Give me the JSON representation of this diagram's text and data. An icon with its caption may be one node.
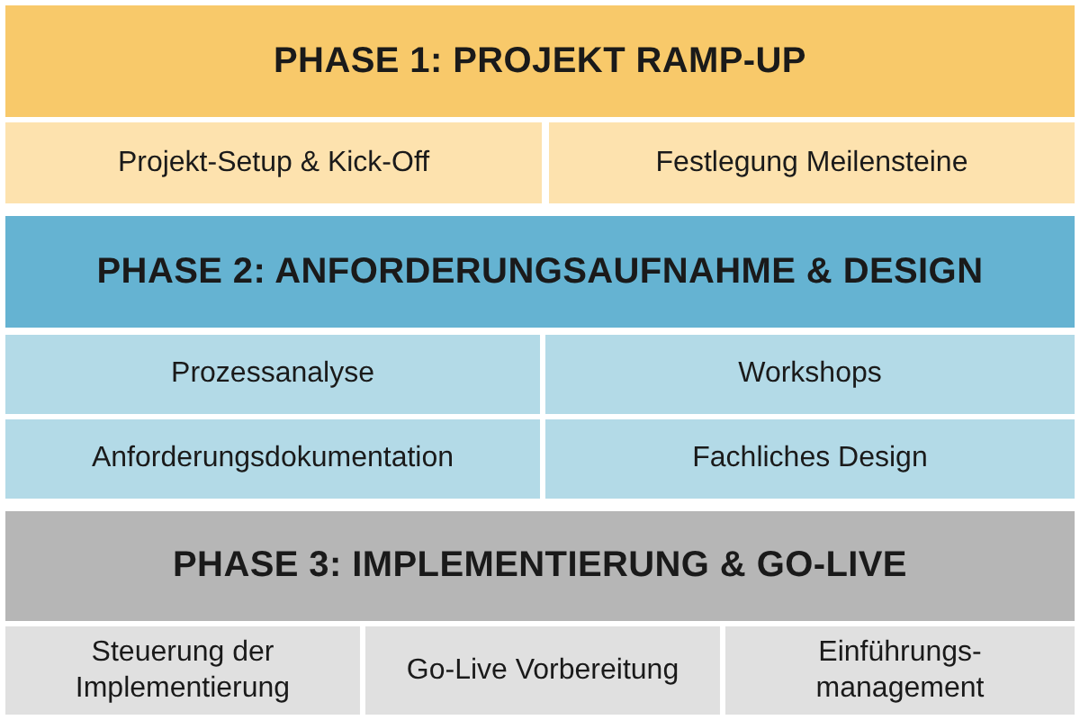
{
  "diagram": {
    "nodes": [
      {
        "text": [
          "PHASE 1: PROJEKT RAMP-UP"
        ]
      },
      {
        "text": [
          "Projekt-Setup & Kick-Off"
        ]
      },
      {
        "text": [
          "Festlegung Meilensteine"
        ]
      },
      {
        "text": [
          "PHASE 2: ANFORDERUNGSAUFNAHME & DESIGN"
        ]
      },
      {
        "text": [
          "Prozessanalyse"
        ]
      },
      {
        "text": [
          "Workshops"
        ]
      },
      {
        "text": [
          "Anforderungsdokumentation"
        ]
      },
      {
        "text": [
          "Fachliches Design"
        ]
      },
      {
        "text": [
          "PHASE 3: IMPLEMENTIERUNG & GO-LIVE"
        ]
      },
      {
        "text": [
          "Steuerung der Implementierung"
        ]
      },
      {
        "text": [
          "Go-Live Vorbereitung"
        ]
      },
      {
        "text": [
          "Einführungs- management"
        ]
      }
    ]
  }
}
